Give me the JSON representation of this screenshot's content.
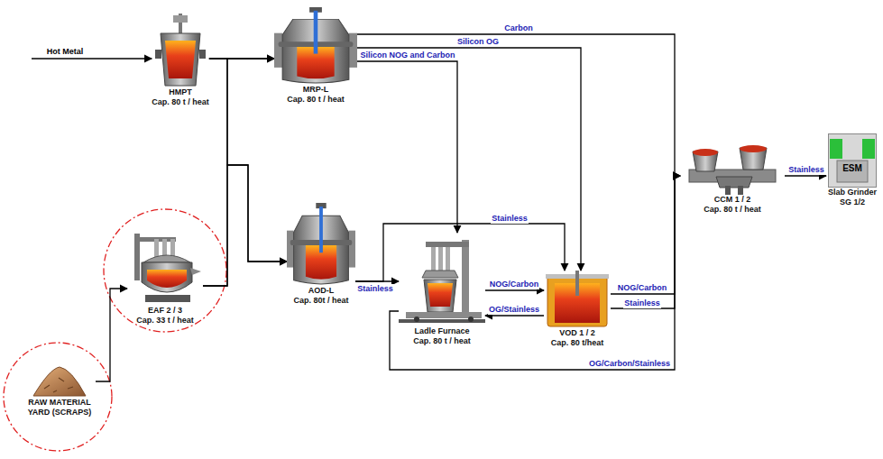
{
  "diagram": {
    "nodes": [
      {
        "text": [
          "HMPT",
          "Cap. 80 t / heat"
        ]
      },
      {
        "text": [
          "MRP-L",
          "Cap. 80 t / heat"
        ]
      },
      {
        "text": [
          "EAF 2 / 3",
          "Cap. 33 t / heat"
        ]
      },
      {
        "text": [
          "RAW MATERIAL YARD (SCRAPS)"
        ]
      },
      {
        "text": [
          "AOD-L",
          "Cap. 80t / heat"
        ]
      },
      {
        "text": [
          "Ladle Furnace",
          "Cap. 80 t / heat"
        ]
      },
      {
        "text": [
          "VOD 1 / 2",
          "Cap. 80 t/heat"
        ]
      },
      {
        "text": [
          "CCM 1 / 2",
          "Cap. 80 t / heat"
        ]
      },
      {
        "text": [
          "ESM",
          "Slab Grinder SG 1/2"
        ]
      }
    ],
    "edges": [
      {
        "from": 0,
        "to": 1,
        "arrow": "to"
      },
      {
        "from": 0,
        "to": 4,
        "arrow": "to"
      },
      {
        "from": 2,
        "to": 1,
        "arrow": "to"
      },
      {
        "from": 2,
        "to": 4,
        "arrow": "to"
      },
      {
        "from": 3,
        "to": 2,
        "arrow": "to"
      },
      {
        "from": 1,
        "to": 7,
        "label": "Carbon",
        "arrow": "to"
      },
      {
        "from": 1,
        "to": 6,
        "label": "Silicon OG",
        "arrow": "to"
      },
      {
        "from": 1,
        "to": 5,
        "label": "Silicon NOG and Carbon",
        "arrow": "to"
      },
      {
        "from": 4,
        "to": 5,
        "label": "Stainless",
        "arrow": "to"
      },
      {
        "from": 4,
        "to": 6,
        "label": "Stainless",
        "arrow": "to"
      },
      {
        "from": 5,
        "to": 6,
        "label": "NOG/Carbon",
        "arrow": "to"
      },
      {
        "from": 6,
        "to": 5,
        "label": "OG/Stainless",
        "arrow": "to"
      },
      {
        "from": 6,
        "to": 7,
        "label": "NOG/Carbon",
        "arrow": "to"
      },
      {
        "from": 6,
        "to": 7,
        "label": "Stainless",
        "arrow": "to"
      },
      {
        "from": 5,
        "to": 7,
        "label": "OG/Carbon/Stainless",
        "arrow": "to"
      },
      {
        "from": 7,
        "to": 8,
        "label": "Stainless",
        "arrow": "to"
      }
    ],
    "labels": [
      "Hot Metal"
    ]
  }
}
